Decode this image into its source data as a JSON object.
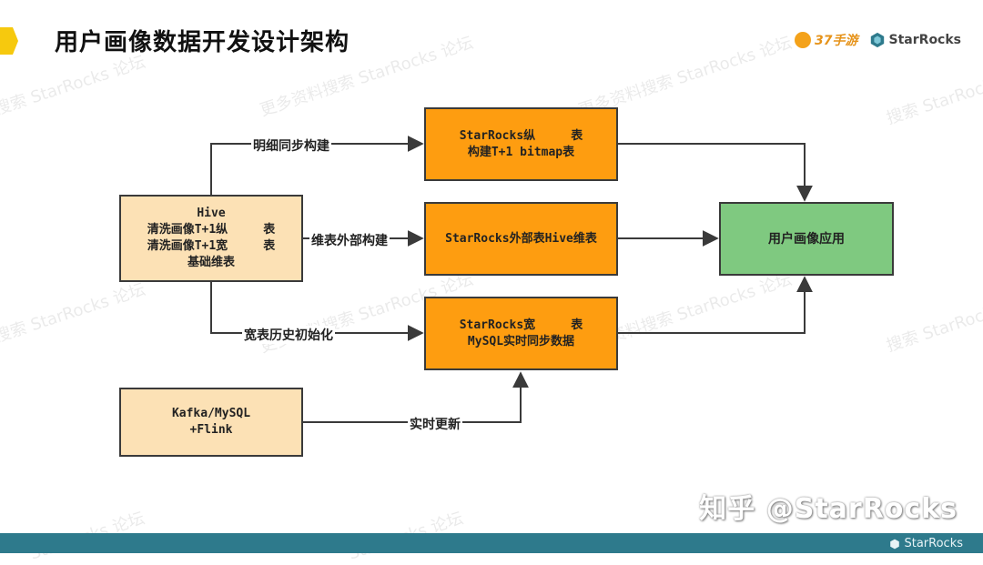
{
  "header": {
    "title": "用户画像数据开发设计架构",
    "logo_37": "37手游",
    "logo_starrocks": "StarRocks"
  },
  "watermarks": {
    "text_a": "更多资料搜索 StarRocks 论坛",
    "text_b": "StarRocks 论坛",
    "text_c": "搜索 StarRocks 论坛"
  },
  "nodes": {
    "hive": {
      "lines": [
        "Hive",
        "清洗画像T+1纵     表",
        "清洗画像T+1宽     表",
        "基础维表"
      ]
    },
    "kafka": {
      "lines": [
        "Kafka/MySQL",
        "+Flink"
      ]
    },
    "sr_vertical": {
      "lines": [
        "StarRocks纵     表",
        "构建T+1 bitmap表"
      ]
    },
    "sr_external": {
      "lines": [
        "StarRocks外部表Hive维表"
      ]
    },
    "sr_wide": {
      "lines": [
        "StarRocks宽     表",
        "MySQL实时同步数据"
      ]
    },
    "app": {
      "lines": [
        "用户画像应用"
      ]
    }
  },
  "edges": {
    "detail_sync": "明细同步构建",
    "dim_external": "维表外部构建",
    "wide_init": "宽表历史初始化",
    "realtime_update": "实时更新"
  },
  "footer": {
    "zhihu": "知乎 @StarRocks",
    "brand": "StarRocks"
  },
  "colors": {
    "accent": "#f6c90e",
    "orange": "#fe9d10",
    "peach": "#fce1b5",
    "green": "#7fc980",
    "footer_bar": "#2e7a8c"
  }
}
